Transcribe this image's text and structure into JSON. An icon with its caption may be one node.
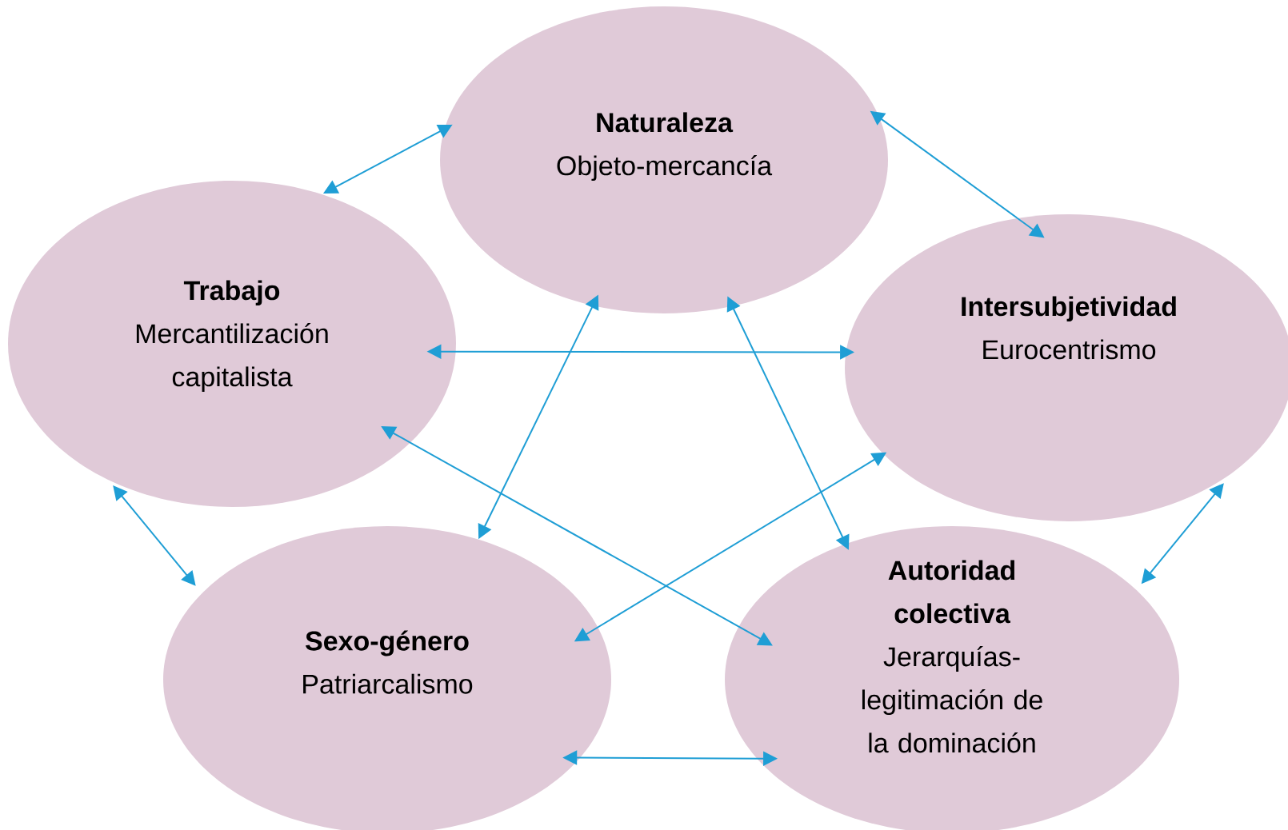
{
  "diagram": {
    "nodes": [
      {
        "text": [
          "Naturaleza",
          "Objeto-mercancía"
        ]
      },
      {
        "text": [
          "Trabajo",
          "Mercantilización capitalista"
        ]
      },
      {
        "text": [
          "Intersubjetividad",
          "Eurocentrismo"
        ]
      },
      {
        "text": [
          "Sexo-género",
          "Patriarcalismo"
        ]
      },
      {
        "text": [
          "Autoridad colectiva",
          "Jerarquías- legitimación de la dominación"
        ]
      }
    ],
    "edges": [
      {
        "from": 1,
        "to": 0,
        "arrow": "both"
      },
      {
        "from": 0,
        "to": 2,
        "arrow": "both"
      },
      {
        "from": 1,
        "to": 2,
        "arrow": "both"
      },
      {
        "from": 0,
        "to": 3,
        "arrow": "both"
      },
      {
        "from": 0,
        "to": 4,
        "arrow": "both"
      },
      {
        "from": 1,
        "to": 4,
        "arrow": "both"
      },
      {
        "from": 2,
        "to": 3,
        "arrow": "both"
      },
      {
        "from": 1,
        "to": 3,
        "arrow": "both"
      },
      {
        "from": 2,
        "to": 4,
        "arrow": "both"
      },
      {
        "from": 3,
        "to": 4,
        "arrow": "both"
      }
    ]
  }
}
